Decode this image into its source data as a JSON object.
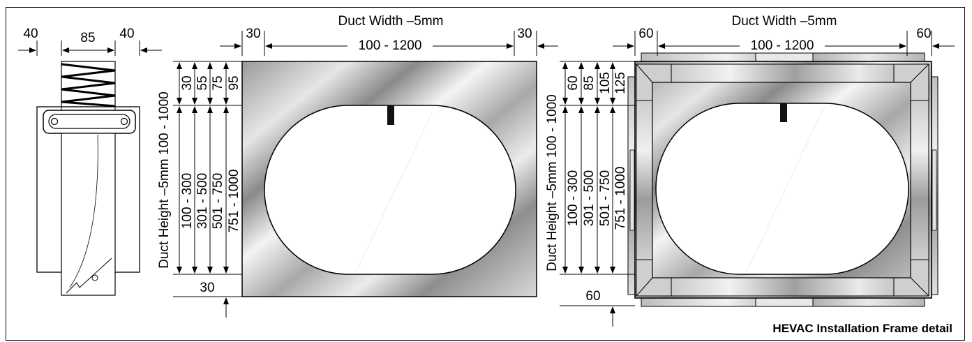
{
  "caption": "HEVAC Installation Frame detail",
  "side_view": {
    "left": "40",
    "middle": "85",
    "right": "40"
  },
  "view_30": {
    "width_label": "Duct Width –5mm",
    "width_range": "100 - 1200",
    "margin_left": "30",
    "margin_right": "30",
    "height_label": "Duct Height –5mm 100 - 1000",
    "offsets": [
      "30",
      "55",
      "75",
      "95"
    ],
    "ranges": [
      "100 - 300",
      "301 - 500",
      "501 - 750",
      "751 - 1000"
    ],
    "margin_bottom": "30"
  },
  "view_60": {
    "width_label": "Duct Width –5mm",
    "width_range": "100 - 1200",
    "margin_left": "60",
    "margin_right": "60",
    "height_label": "Duct Height –5mm 100 - 1000",
    "offsets": [
      "60",
      "85",
      "105",
      "125"
    ],
    "ranges": [
      "100 - 300",
      "301 - 500",
      "501 - 750",
      "751 - 1000"
    ],
    "margin_bottom": "60"
  }
}
